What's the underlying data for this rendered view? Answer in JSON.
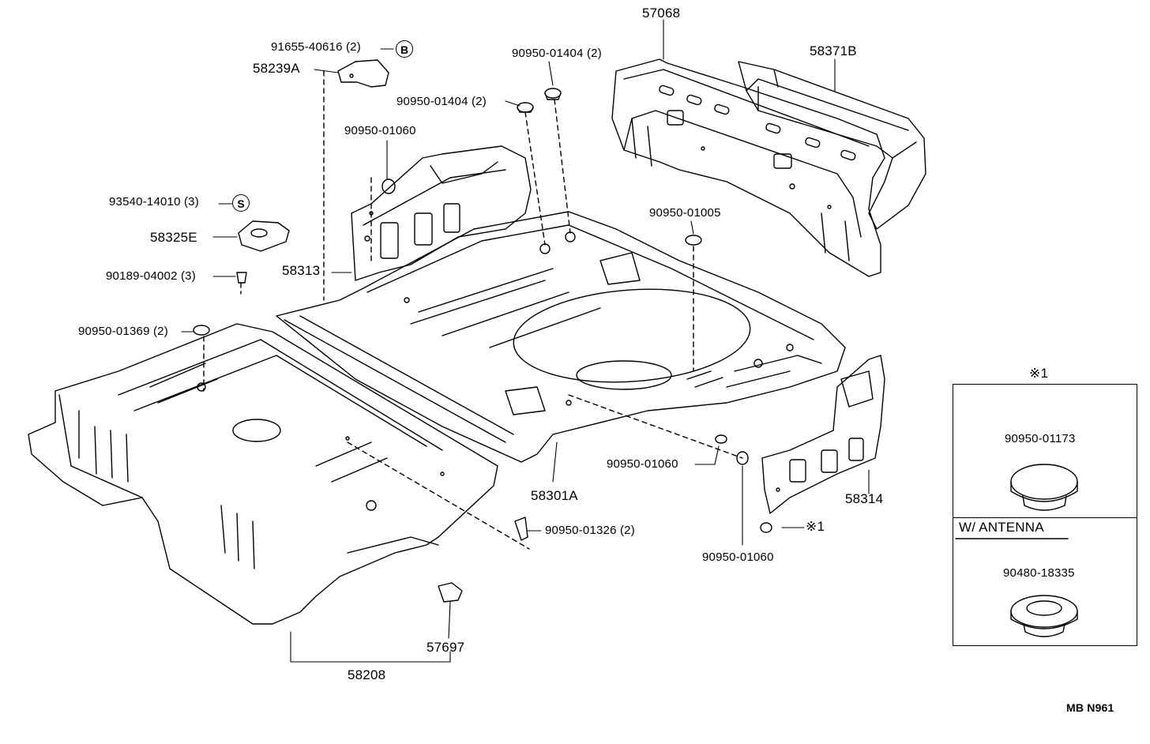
{
  "diagram": {
    "labels": {
      "p57068": "57068",
      "p58371b": "58371B",
      "p91655": "91655-40616 (2)",
      "p58239a": "58239A",
      "p90950_01404_a": "90950-01404 (2)",
      "p90950_01404_b": "90950-01404 (2)",
      "p90950_01060_top": "90950-01060",
      "p93540": "93540-14010 (3)",
      "p58325e": "58325E",
      "p90189": "90189-04002 (3)",
      "p58313": "58313",
      "p90950_01005": "90950-01005",
      "p90950_01369": "90950-01369 (2)",
      "p90950_01060_mid": "90950-01060",
      "p58301a": "58301A",
      "p58314": "58314",
      "p90950_01326": "90950-01326 (2)",
      "p90950_01060_bot": "90950-01060",
      "p57697": "57697",
      "p58208": "58208",
      "note_x1": "※1",
      "badge_b": "B",
      "badge_s": "S",
      "footer": "MB  N961"
    },
    "inset": {
      "title": "※1",
      "part_top": "90950-01173",
      "section": "W/ ANTENNA",
      "part_bottom": "90480-18335"
    }
  }
}
